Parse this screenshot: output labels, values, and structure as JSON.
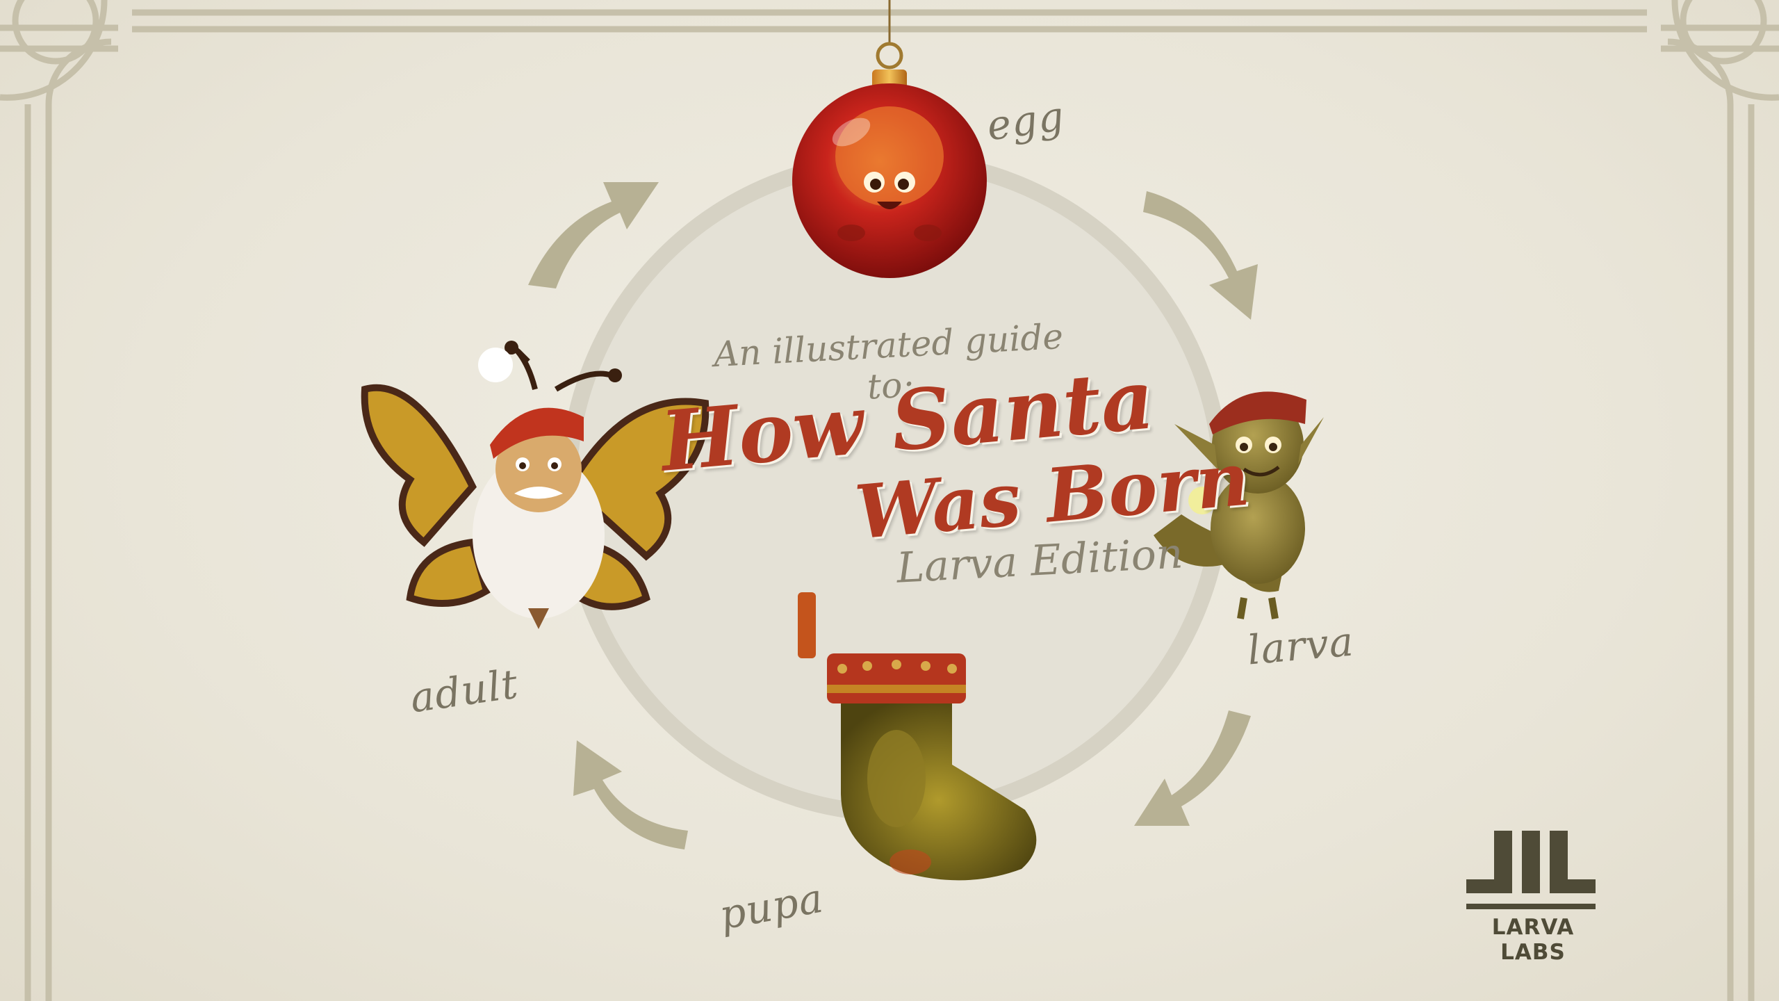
{
  "title": {
    "intro": "An illustrated guide to:",
    "line1": "How Santa",
    "line2": "Was Born",
    "edition": "Larva Edition"
  },
  "stages": {
    "egg": "egg",
    "larva": "larva",
    "pupa": "pupa",
    "adult": "adult"
  },
  "brand": {
    "name": "LARVA LABS"
  },
  "colors": {
    "paper": "#ebe8dc",
    "frame": "#c6c0aa",
    "arrow": "#b7b194",
    "title": "#b03a22",
    "label": "#7a7462",
    "logo": "#4f4b37"
  },
  "icons": {
    "egg": "christmas-ornament-larva",
    "larva": "elf-caterpillar",
    "pupa": "christmas-stocking-cocoon",
    "adult": "santa-butterfly"
  }
}
